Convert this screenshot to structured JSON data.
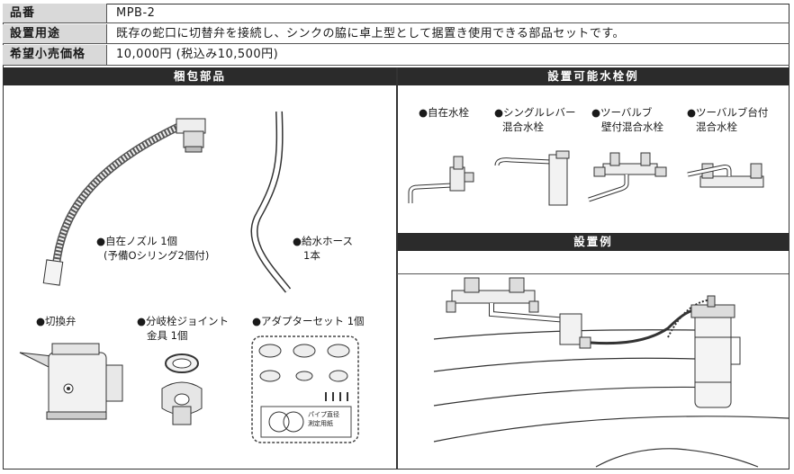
{
  "spec_rows": [
    {
      "label": "品番",
      "value": "MPB-2"
    },
    {
      "label": "設置用途",
      "value": "既存の蛇口に切替弁を接続し、シンクの脇に卓上型として据置き使用できる部品セットです。"
    },
    {
      "label": "希望小売価格",
      "value": "10,000円 (税込み10,500円)"
    }
  ],
  "sections": {
    "parts_title": "梱包部品",
    "faucet_title": "設置可能水栓例",
    "install_title": "設置例"
  },
  "parts": {
    "nozzle_line1": "●自在ノズル 1個",
    "nozzle_line2": "(予備Oシリング2個付)",
    "hose_line1": "●給水ホース",
    "hose_line2": "1本",
    "valve_line1": "●切換弁",
    "joint_line1": "●分岐栓ジョイント",
    "joint_line2": "金具 1個",
    "adapter_line1": "●アダプターセット 1個",
    "adapter_note_line1": "パイプ直径",
    "adapter_note_line2": "測定用紙"
  },
  "faucets": [
    {
      "line1": "●自在水栓",
      "line2": ""
    },
    {
      "line1": "●シングルレバー",
      "line2": "混合水栓"
    },
    {
      "line1": "●ツーバルブ",
      "line2": "壁付混合水栓"
    },
    {
      "line1": "●ツーバルブ台付",
      "line2": "混合水栓"
    }
  ]
}
